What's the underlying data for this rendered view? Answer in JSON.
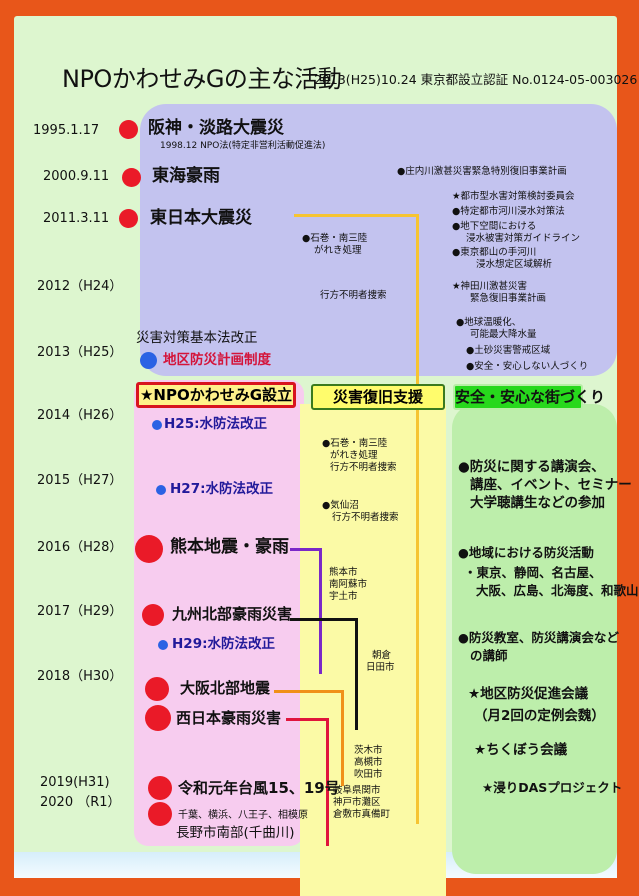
{
  "title": "NPOかわせみGの主な活動",
  "subtitle": "2013(H25)10.24 東京都設立認証 No.0124-05-003026",
  "timeline": {
    "y1995": "1995.1.17",
    "y2000": "2000.9.11",
    "y2011": "2011.3.11",
    "y2012": "2012（H24）",
    "y2013": "2013（H25）",
    "y2014": "2014（H26）",
    "y2015": "2015（H27）",
    "y2016": "2016（H28）",
    "y2017": "2017（H29）",
    "y2018": "2018（H30）",
    "y2019": "2019(H31)",
    "y2020": "2020 （R1）"
  },
  "events": {
    "hanshin": "阪神・淡路大震災",
    "npo_law": "1998.12 NPO法(特定非営利活動促進法)",
    "tokai": "東海豪雨",
    "higashi": "東日本大震災",
    "saigai_law": "災害対策基本法改正",
    "chiku_plan": "地区防災計画制度",
    "h25_water": "H25:水防法改正",
    "h27_water": "H27:水防法改正",
    "kumamoto": "熊本地震・豪雨",
    "kyushu": "九州北部豪雨災害",
    "h29_water": "H29:水防法改正",
    "osaka": "大阪北部地震",
    "nishinihon": "西日本豪雨災害",
    "typhoon": "令和元年台風15、19号",
    "typhoon_places": "千葉、横浜、八王子、相模原",
    "nagano": "長野市南部(千曲川)"
  },
  "purple_notes": {
    "n1": "●庄内川激甚災害緊急特別復旧事業計画",
    "n2": "★都市型水害対策検討委員会",
    "n3": "●特定都市河川浸水対策法",
    "n4a": "●地下空間における",
    "n4b": "浸水被害対策ガイドライン",
    "n5a": "●東京都山の手河川",
    "n5b": "浸水想定区域解析",
    "n6a": "●石巻・南三陸",
    "n6b": "がれき処理",
    "n7": "行方不明者捜索",
    "n8a": "★神田川激甚災害",
    "n8b": "緊急復旧事業計画",
    "n9a": "●地球温暖化、",
    "n9b": "可能最大降水量",
    "n10": "●土砂災害警戒区域",
    "n11": "●安全・安心しない人づくり"
  },
  "boxes": {
    "npo": "★NPOかわせみG設立",
    "recovery": "災害復旧支援",
    "safe": "安全・安心な街づくり"
  },
  "yellow_notes": {
    "a1": "●石巻・南三陸",
    "a2": "がれき処理",
    "a3": "行方不明者捜索",
    "b1": "●気仙沼",
    "b2": "行方不明者捜索",
    "kumamoto_cities_1": "熊本市",
    "kumamoto_cities_2": "南阿蘇市",
    "kumamoto_cities_3": "宇土市",
    "asakura_1": "朝倉",
    "asakura_2": "日田市",
    "osaka_cities_1": "茨木市",
    "osaka_cities_2": "高槻市",
    "osaka_cities_3": "吹田市",
    "west_cities_1": "岐阜県関市",
    "west_cities_2": "神戸市灘区",
    "west_cities_3": "倉敷市真備町"
  },
  "green_notes": {
    "g1a": "●防災に関する講演会、",
    "g1b": "講座、イベント、セミナー",
    "g1c": "大学聴講生などの参加",
    "g2a": "●地域における防災活動",
    "g2b": "・東京、静岡、名古屋、",
    "g2c": "大阪、広島、北海度、和歌山",
    "g3a": "●防災教室、防災講演会など",
    "g3b": "の講師",
    "g4a": "★地区防災促進会議",
    "g4b": "（月2回の定例会魏）",
    "g5": "★ちくぼう会議",
    "g6": "★浸りDASプロジェクト"
  },
  "colors": {
    "frame": "#e8561a",
    "board": "#ddf6cf",
    "purple_panel": "#c3c3ef",
    "pink_panel": "#f7ccef",
    "yellow_panel": "#fbfaa6",
    "green_panel": "#bdeeab",
    "event_dot": "#ea1a28",
    "law_dot": "#2a62e4"
  }
}
